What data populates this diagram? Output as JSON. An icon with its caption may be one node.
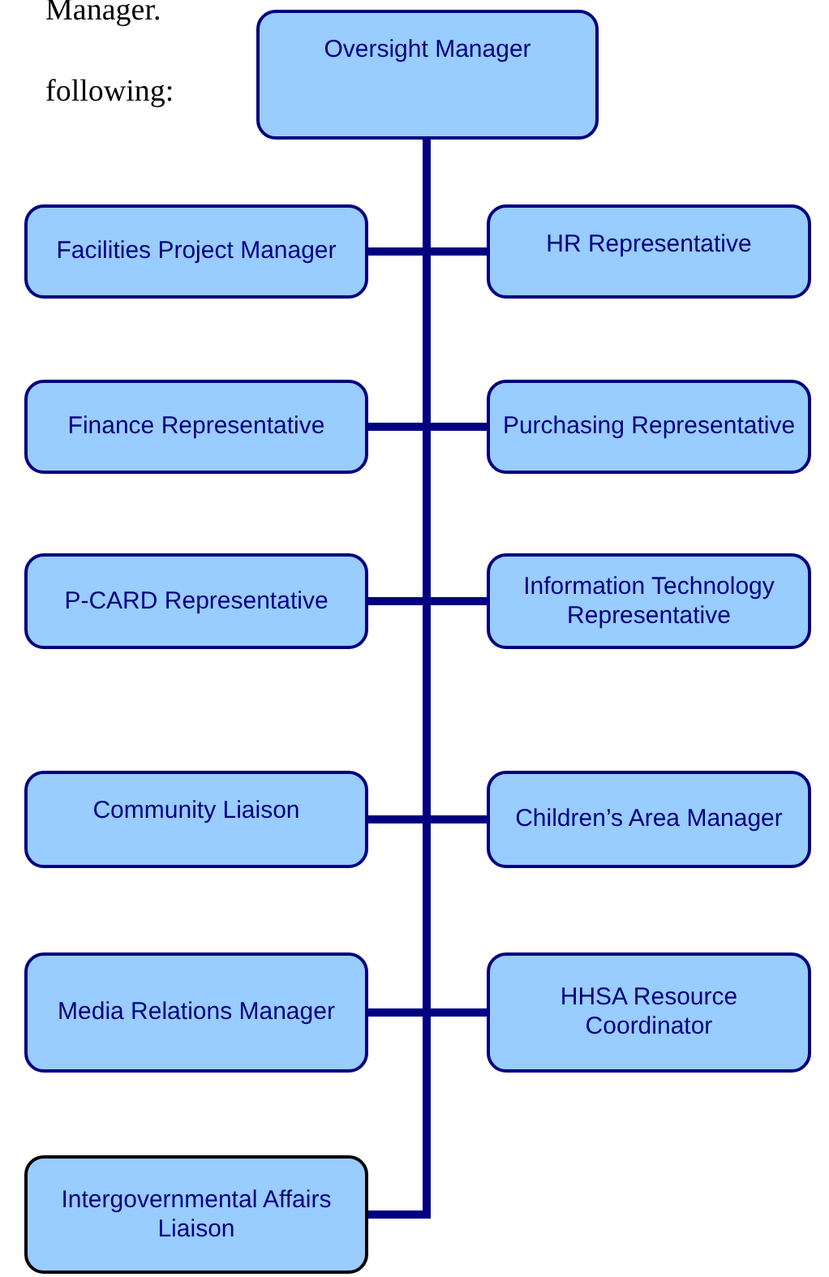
{
  "diagram": {
    "nodes": [
      {
        "text": [
          "Oversight Manager"
        ]
      },
      {
        "text": [
          "Facilities Project Manager"
        ]
      },
      {
        "text": [
          "HR Representative"
        ]
      },
      {
        "text": [
          "Finance Representative"
        ]
      },
      {
        "text": [
          "Purchasing Representative"
        ]
      },
      {
        "text": [
          "P-CARD Representative"
        ]
      },
      {
        "text": [
          "Information Technology Representative"
        ]
      },
      {
        "text": [
          "Community Liaison"
        ]
      },
      {
        "text": [
          "Children’s Area Manager"
        ]
      },
      {
        "text": [
          "Media Relations Manager"
        ]
      },
      {
        "text": [
          "HHSA Resource Coordinator"
        ]
      },
      {
        "text": [
          "Intergovernmental Affairs Liaison"
        ]
      }
    ],
    "edges": [
      {
        "from": 0,
        "to": 1,
        "arrow": "none"
      },
      {
        "from": 0,
        "to": 2,
        "arrow": "none"
      },
      {
        "from": 0,
        "to": 3,
        "arrow": "none"
      },
      {
        "from": 0,
        "to": 4,
        "arrow": "none"
      },
      {
        "from": 0,
        "to": 5,
        "arrow": "none"
      },
      {
        "from": 0,
        "to": 6,
        "arrow": "none"
      },
      {
        "from": 0,
        "to": 7,
        "arrow": "none"
      },
      {
        "from": 0,
        "to": 8,
        "arrow": "none"
      },
      {
        "from": 0,
        "to": 9,
        "arrow": "none"
      },
      {
        "from": 0,
        "to": 10,
        "arrow": "none"
      },
      {
        "from": 0,
        "to": 11,
        "arrow": "none"
      }
    ],
    "labels": [
      "Manager.",
      "following:"
    ]
  }
}
